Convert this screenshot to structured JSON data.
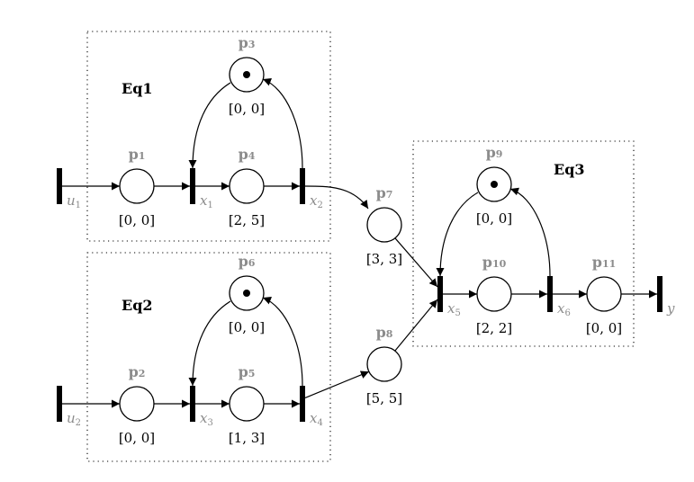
{
  "groups": [
    {
      "id": "eq1",
      "label": "Eq1"
    },
    {
      "id": "eq2",
      "label": "Eq2"
    },
    {
      "id": "eq3",
      "label": "Eq3"
    }
  ],
  "places": [
    {
      "id": "p1",
      "name": "p",
      "sub": "1",
      "interval": "[0, 0]",
      "tokens": 0
    },
    {
      "id": "p2",
      "name": "p",
      "sub": "2",
      "interval": "[0, 0]",
      "tokens": 0
    },
    {
      "id": "p3",
      "name": "p",
      "sub": "3",
      "interval": "[0, 0]",
      "tokens": 1
    },
    {
      "id": "p4",
      "name": "p",
      "sub": "4",
      "interval": "[2, 5]",
      "tokens": 0
    },
    {
      "id": "p5",
      "name": "p",
      "sub": "5",
      "interval": "[1, 3]",
      "tokens": 0
    },
    {
      "id": "p6",
      "name": "p",
      "sub": "6",
      "interval": "[0, 0]",
      "tokens": 1
    },
    {
      "id": "p7",
      "name": "p",
      "sub": "7",
      "interval": "[3, 3]",
      "tokens": 0
    },
    {
      "id": "p8",
      "name": "p",
      "sub": "8",
      "interval": "[5, 5]",
      "tokens": 0
    },
    {
      "id": "p9",
      "name": "p",
      "sub": "9",
      "interval": "[0, 0]",
      "tokens": 1
    },
    {
      "id": "p10",
      "name": "p",
      "sub": "10",
      "interval": "[2, 2]",
      "tokens": 0
    },
    {
      "id": "p11",
      "name": "p",
      "sub": "11",
      "interval": "[0, 0]",
      "tokens": 0
    }
  ],
  "transitions": [
    {
      "id": "u1",
      "name": "u",
      "sub": "1"
    },
    {
      "id": "u2",
      "name": "u",
      "sub": "2"
    },
    {
      "id": "x1",
      "name": "x",
      "sub": "1"
    },
    {
      "id": "x2",
      "name": "x",
      "sub": "2"
    },
    {
      "id": "x3",
      "name": "x",
      "sub": "3"
    },
    {
      "id": "x4",
      "name": "x",
      "sub": "4"
    },
    {
      "id": "x5",
      "name": "x",
      "sub": "5"
    },
    {
      "id": "x6",
      "name": "x",
      "sub": "6"
    },
    {
      "id": "y",
      "name": "y",
      "sub": ""
    }
  ],
  "arcs": [
    [
      "u1",
      "p1"
    ],
    [
      "p1",
      "x1"
    ],
    [
      "x1",
      "p4"
    ],
    [
      "p4",
      "x2"
    ],
    [
      "x2",
      "p3"
    ],
    [
      "p3",
      "x1"
    ],
    [
      "u2",
      "p2"
    ],
    [
      "p2",
      "x3"
    ],
    [
      "x3",
      "p5"
    ],
    [
      "p5",
      "x4"
    ],
    [
      "x4",
      "p6"
    ],
    [
      "p6",
      "x3"
    ],
    [
      "x2",
      "p7"
    ],
    [
      "x4",
      "p8"
    ],
    [
      "p7",
      "x5"
    ],
    [
      "p8",
      "x5"
    ],
    [
      "x5",
      "p10"
    ],
    [
      "p10",
      "x6"
    ],
    [
      "x6",
      "p9"
    ],
    [
      "p9",
      "x5"
    ],
    [
      "x6",
      "p11"
    ],
    [
      "p11",
      "y"
    ]
  ]
}
